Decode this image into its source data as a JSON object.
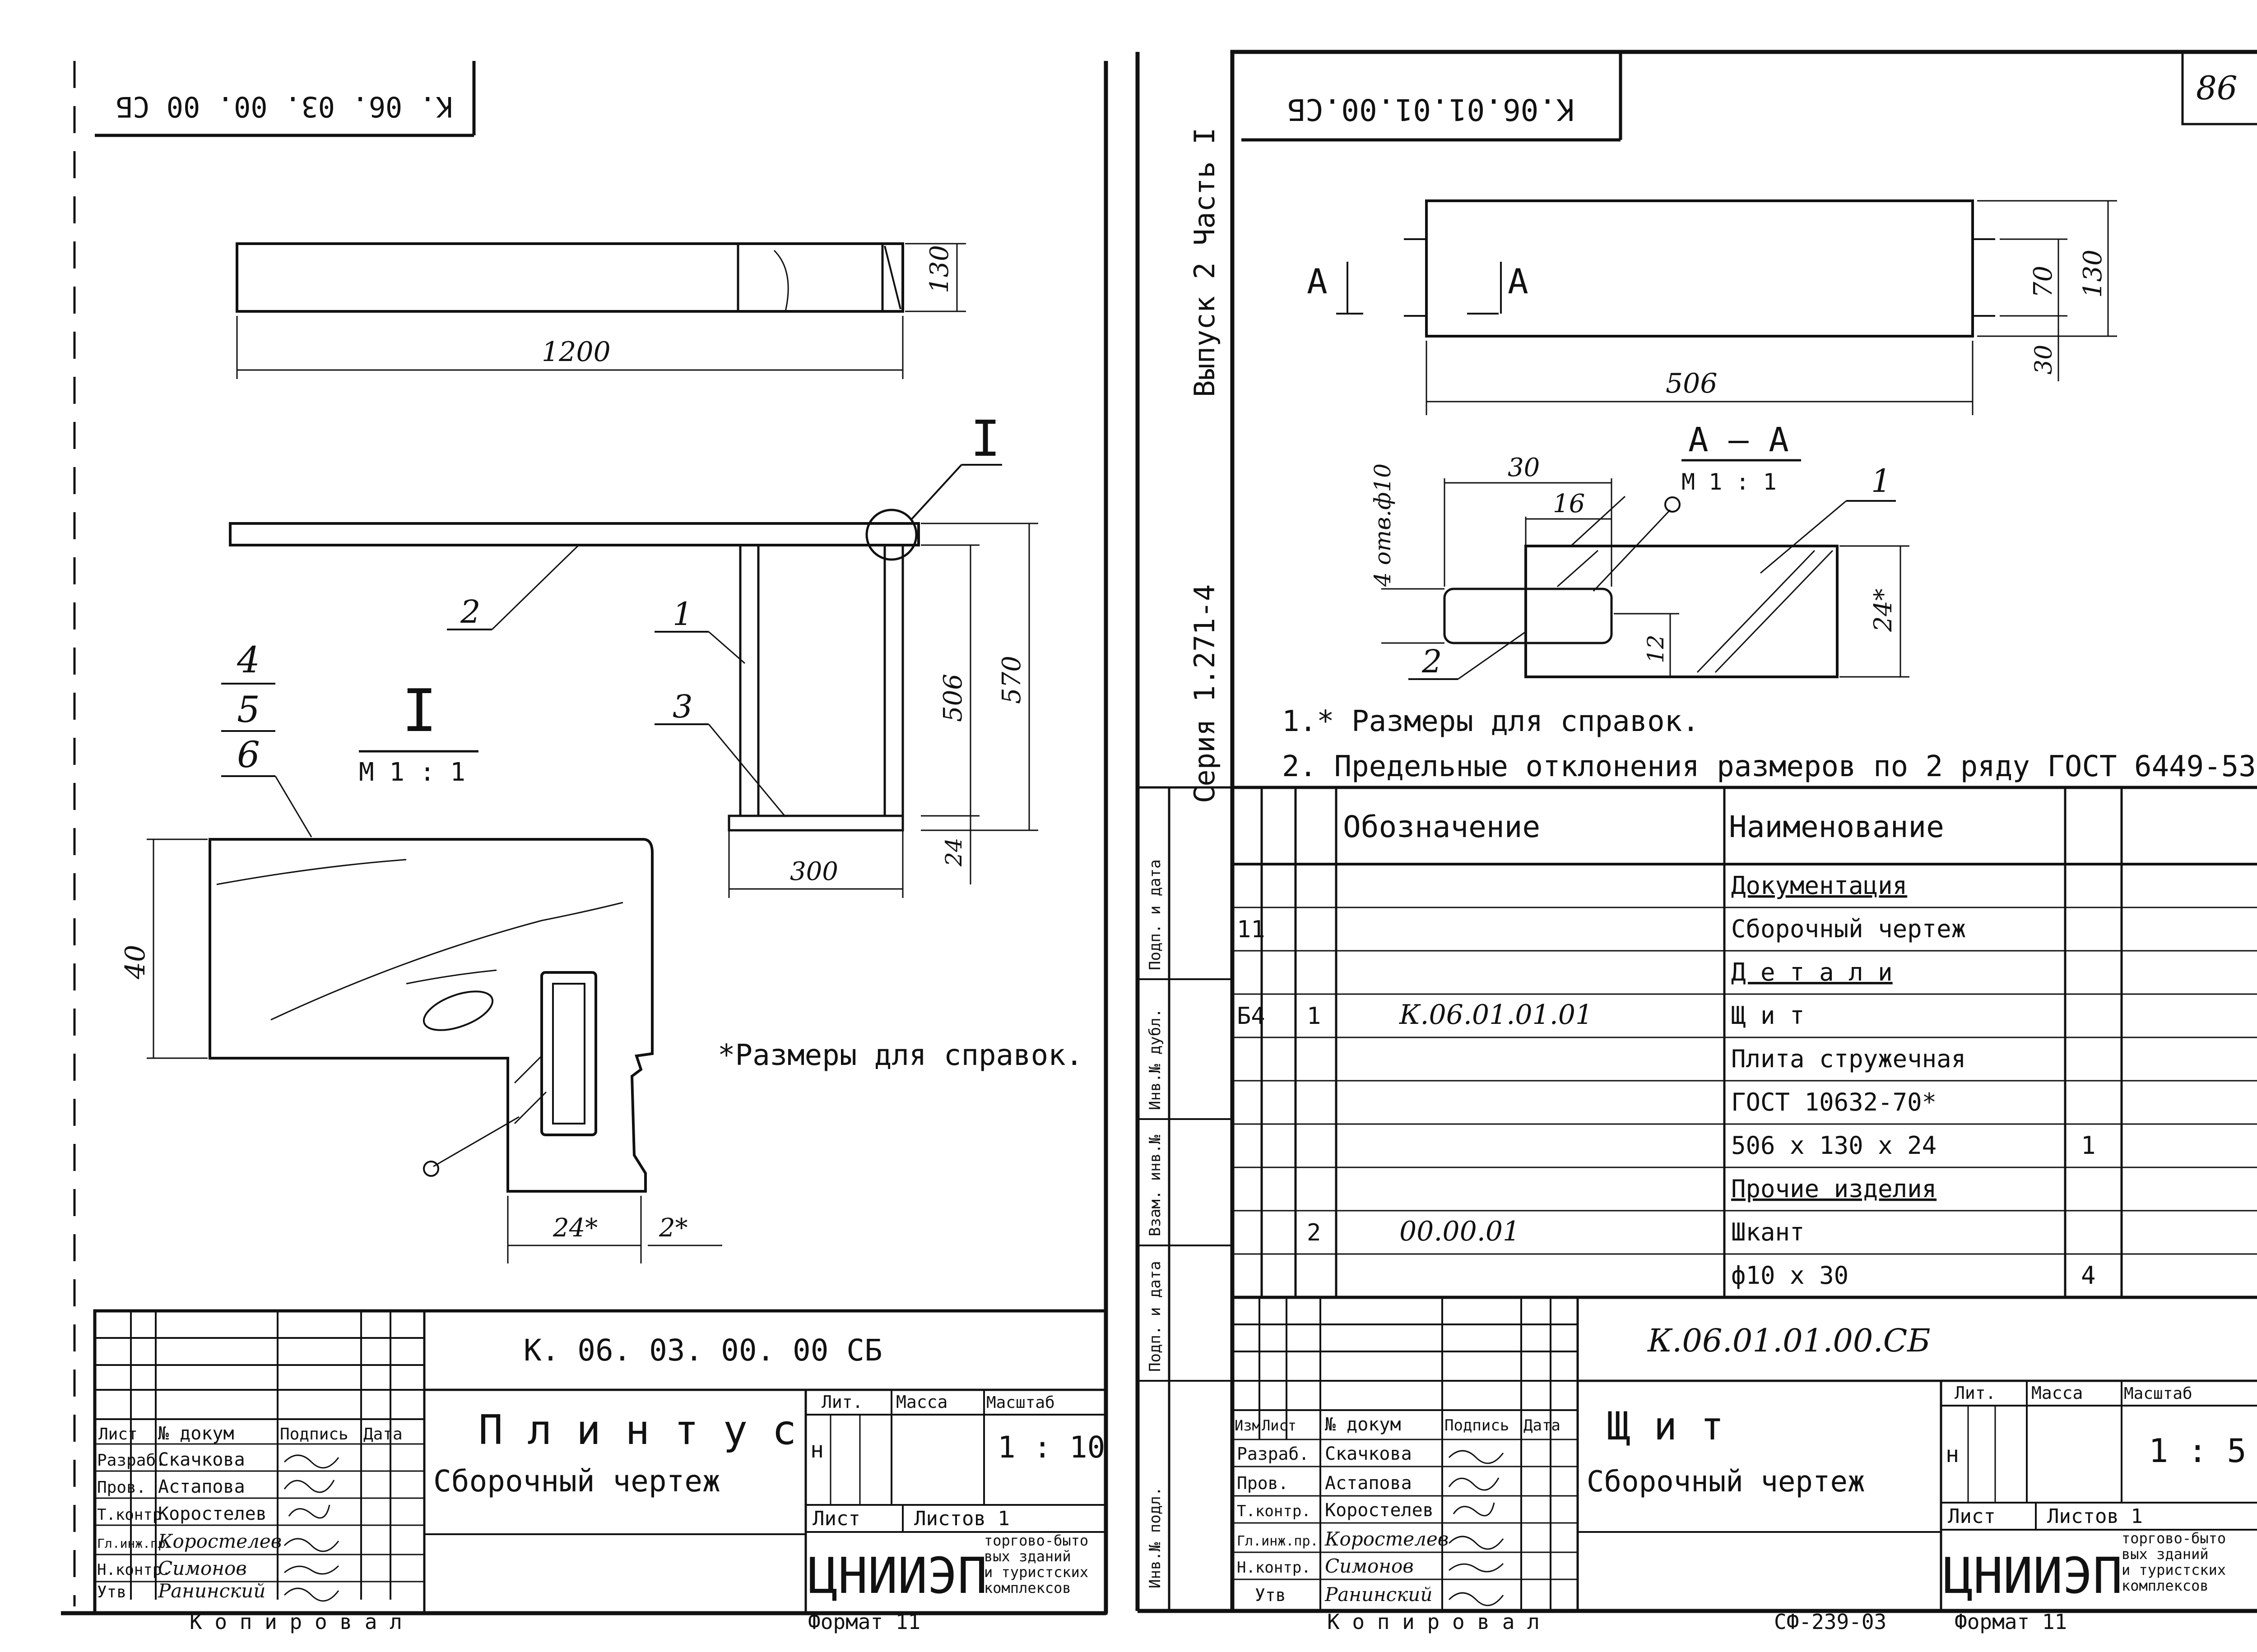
{
  "left_sheet": {
    "top_stamp": "К. 06. 03. 00. 00 СБ",
    "dims": {
      "length": "1200",
      "height": "130",
      "depth": "300",
      "h570": "570",
      "h506": "506",
      "h24": "24",
      "h40": "40",
      "d24": "24*",
      "d2": "2*"
    },
    "callouts": {
      "p1": "1",
      "p2": "2",
      "p3": "3",
      "p4": "4",
      "p5": "5",
      "p6": "6"
    },
    "detail_mark": "I",
    "detail_label": "I",
    "detail_scale": "М 1 : 1",
    "note": "*Размеры для справок.",
    "title_block": {
      "code": "К. 06. 03. 00. 00 СБ",
      "headers": [
        "Лист",
        "№ докум",
        "Подпись",
        "Дата"
      ],
      "roles": [
        "Разраб.",
        "Пров.",
        "Т.контр.",
        "Гл.инж.пр.",
        "Н.контр.",
        "Утв"
      ],
      "names": [
        "Скачкова",
        "Астапова",
        "Коростелев",
        "Коростелев",
        "Симонов",
        "Ранинский"
      ],
      "title": "П л и н т у с",
      "subtitle": "Сборочный чертеж",
      "lit_label": "Лит.",
      "mass_label": "Масса",
      "scale_label": "Масштаб",
      "lit_value": "н",
      "scale_value": "1 : 10",
      "sheet_label": "Лист",
      "sheets_label": "Листов 1",
      "org": "ЦНИИЭП",
      "org_desc": [
        "торгово-быто",
        "вых зданий",
        "и туристских",
        "комплексов"
      ],
      "copied": "К о п и р о в а л",
      "format": "Формат 11"
    }
  },
  "right_sheet": {
    "page_number": "86",
    "top_stamp": "К.06.01.01.00.СБ",
    "side_series": "Серия 1.271-4",
    "side_issue": "Выпуск 2 Часть I",
    "section_marks": [
      "А",
      "А"
    ],
    "dims": {
      "length": "506",
      "height": "130",
      "mid": "70",
      "bottom": "30",
      "s30": "30",
      "s16": "16",
      "s12": "12",
      "s24": "24*"
    },
    "holes": "4 отв.ф10",
    "section_title": "А — А",
    "section_scale": "М 1 : 1",
    "callouts": {
      "p1": "1",
      "p2": "2"
    },
    "notes": [
      "1.* Размеры для справок.",
      "2. Предельные отклонения размеров по 2 ряду ГОСТ 6449-53."
    ],
    "spec": {
      "header_designation": "Обозначение",
      "header_name": "Наименование",
      "rows": [
        {
          "fmt": "",
          "pos": "",
          "designation": "",
          "name": "Документация",
          "qty": "",
          "underline": true
        },
        {
          "fmt": "11",
          "pos": "",
          "designation": "",
          "name": "Сборочный чертеж",
          "qty": "",
          "underline": false
        },
        {
          "fmt": "",
          "pos": "",
          "designation": "",
          "name": "Д е т а л и",
          "qty": "",
          "underline": true
        },
        {
          "fmt": "Б4",
          "pos": "1",
          "designation": "К.06.01.01.01",
          "name": "Щ и т",
          "qty": "",
          "underline": false
        },
        {
          "fmt": "",
          "pos": "",
          "designation": "",
          "name": "Плита стружечная",
          "qty": "",
          "underline": false
        },
        {
          "fmt": "",
          "pos": "",
          "designation": "",
          "name": "ГОСТ 10632-70*",
          "qty": "",
          "underline": false
        },
        {
          "fmt": "",
          "pos": "",
          "designation": "",
          "name": "506 х 130 х 24",
          "qty": "1",
          "underline": false
        },
        {
          "fmt": "",
          "pos": "",
          "designation": "",
          "name": "Прочие изделия",
          "qty": "",
          "underline": true
        },
        {
          "fmt": "",
          "pos": "2",
          "designation": "00.00.01",
          "name": "Шкант",
          "qty": "",
          "underline": false
        },
        {
          "fmt": "",
          "pos": "",
          "designation": "",
          "name": "ф10 х 30",
          "qty": "4",
          "underline": false
        }
      ]
    },
    "margin_labels": [
      "Инв.№ подл.",
      "Подп. и дата",
      "Взам. инв.№",
      "Инв.№ дубл.",
      "Подп. и дата"
    ],
    "title_block": {
      "code": "К.06.01.01.00.СБ",
      "headers": [
        "Изм",
        "Лист",
        "№ докум",
        "Подпись",
        "Дата"
      ],
      "roles": [
        "Разраб.",
        "Пров.",
        "Т.контр.",
        "Гл.инж.пр.",
        "Н.контр.",
        "Утв"
      ],
      "names": [
        "Скачкова",
        "Астапова",
        "Коростелев",
        "Коростелев",
        "Симонов",
        "Ранинский"
      ],
      "title": "Щ и т",
      "subtitle": "Сборочный чертеж",
      "lit_label": "Лит.",
      "mass_label": "Масса",
      "scale_label": "Масштаб",
      "lit_value": "н",
      "scale_value": "1 : 5",
      "sheet_label": "Лист",
      "sheets_label": "Листов 1",
      "org": "ЦНИИЭП",
      "org_desc": [
        "торгово-быто",
        "вых зданий",
        "и туристских",
        "комплексов"
      ],
      "copied": "К о п и р о в а л",
      "format_code": "СФ-239-03",
      "format": "Формат 11"
    }
  }
}
